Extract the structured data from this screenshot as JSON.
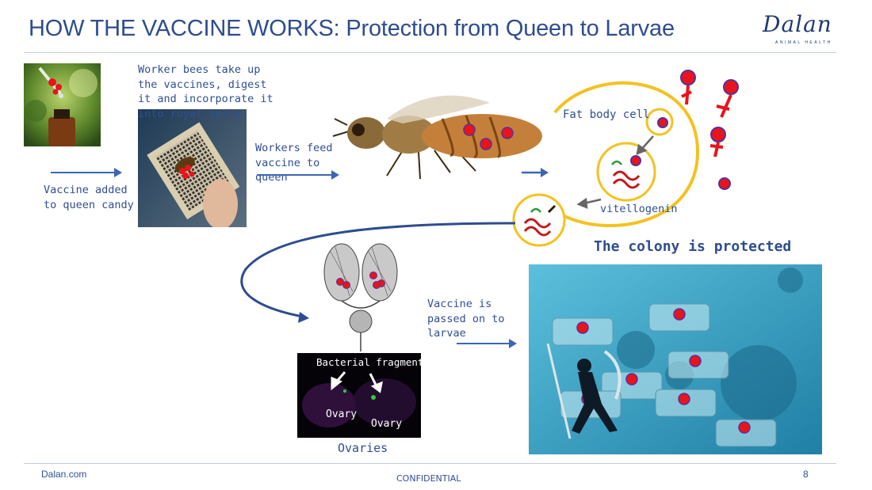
{
  "slide": {
    "title": "HOW THE VACCINE WORKS: Protection from Queen to Larvae",
    "logo_text": "Dalan",
    "logo_subtitle": "ANIMAL HEALTH",
    "footer_left": "Dalan.com",
    "footer_center": "CONFIDENTIAL",
    "page_number": "8"
  },
  "steps": {
    "vaccine_added": "Vaccine added to queen candy",
    "workers_take_up": "Worker bees take up the vaccines, digest it and incorporate it into royal jelly",
    "workers_feed": "Workers feed vaccine to queen",
    "fat_body_cell": "Fat body cell",
    "vitellogenin": "vitellogenin",
    "colony_protected": "The colony is protected",
    "passed_to_larvae": "Vaccine is passed on to larvae",
    "bacterial_fragments": "Bacterial fragments",
    "ovary_1": "Ovary",
    "ovary_2": "Ovary",
    "ovaries_caption": "Ovaries"
  },
  "colors": {
    "title_blue": "#2e4d8f",
    "arrow_blue": "#3a66b5",
    "yellow": "#f4c21f",
    "red": "#e8141c",
    "teal_bg": "#4aa6c8"
  }
}
